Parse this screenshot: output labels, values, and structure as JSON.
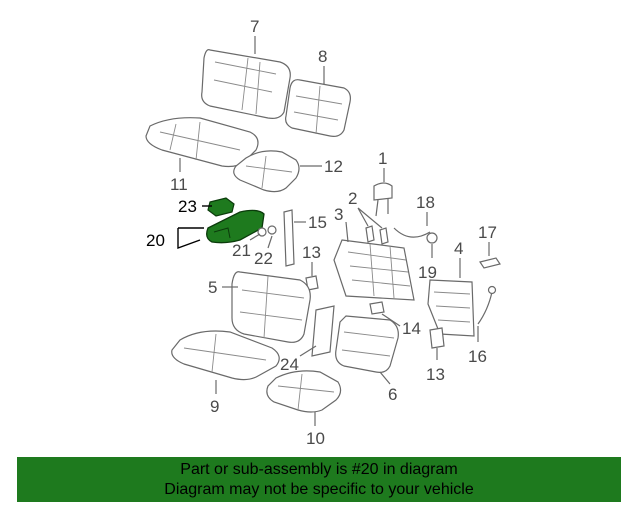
{
  "diagram": {
    "labels": {
      "l1": "1",
      "l2": "2",
      "l3": "3",
      "l4": "4",
      "l5": "5",
      "l6": "6",
      "l7": "7",
      "l8": "8",
      "l9": "9",
      "l10": "10",
      "l11": "11",
      "l12": "12",
      "l13a": "13",
      "l13b": "13",
      "l14": "14",
      "l15": "15",
      "l16": "16",
      "l17": "17",
      "l18": "18",
      "l19": "19",
      "l20": "20",
      "l21": "21",
      "l22": "22",
      "l23": "23",
      "l24": "24"
    },
    "highlight_color": "#1e7a1e"
  },
  "banner": {
    "line1": "Part or sub-assembly is #20 in diagram",
    "line2": "Diagram may not be specific to your vehicle",
    "background": "#1e7a1e"
  }
}
